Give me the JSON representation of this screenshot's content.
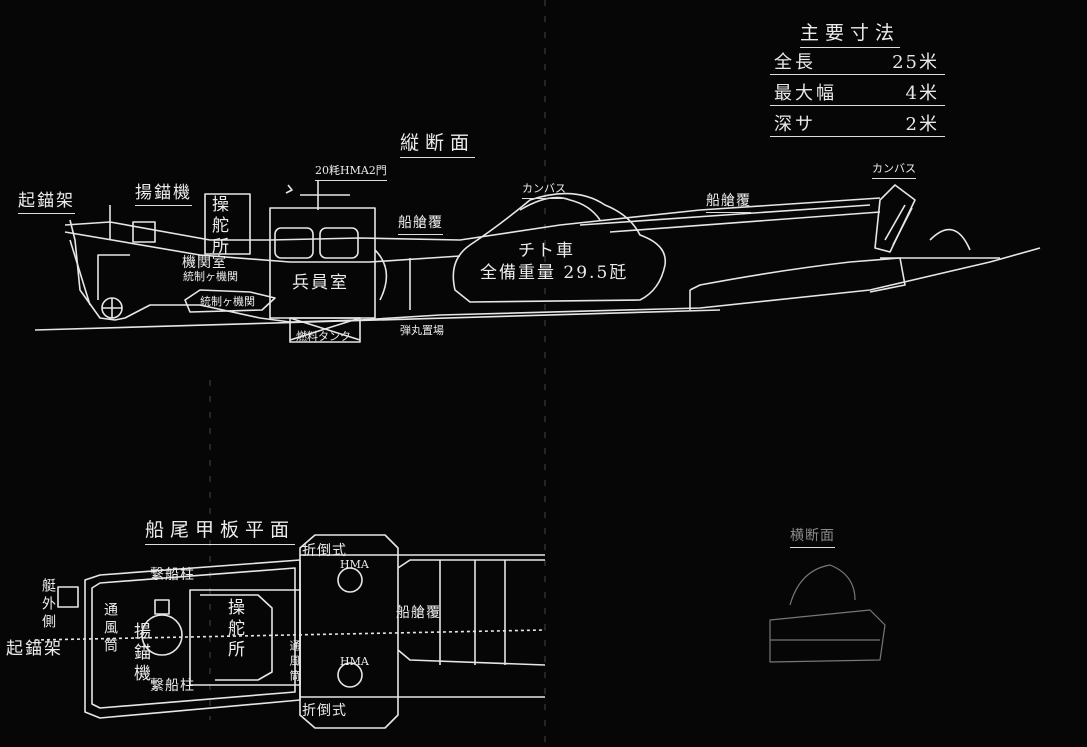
{
  "spec_table": {
    "title": "主要寸法",
    "rows": [
      {
        "label": "全長",
        "value": "25米"
      },
      {
        "label": "最大幅",
        "value": "4米"
      },
      {
        "label": "深サ",
        "value": "2米"
      }
    ]
  },
  "profile": {
    "title": "縦断面",
    "labels": {
      "anchor_davit": "起錨架",
      "windlass": "揚錨機",
      "wheelhouse": "操舵所",
      "engine_room": "機関室",
      "engine_type": "統制ヶ機関",
      "engine_detail": "統制ヶ機関",
      "troop_room": "兵員室",
      "gun": "20粍HMA2門",
      "hold_cover_left": "船艙覆",
      "fuel_tank": "燃料タンク",
      "ammo": "弾丸置場",
      "canvas_tank": "カンバス",
      "tank_name": "チト車",
      "tank_weight": "全備重量 29.5瓩",
      "hold_cover": "船艙覆",
      "canvas_ramp": "カンバス"
    }
  },
  "stern_plan": {
    "title": "船尾甲板平面",
    "labels": {
      "folding_top": "折倒式",
      "folding_bottom": "折倒式",
      "bollard_top": "繋船柱",
      "bollard_bottom": "繋船柱",
      "outboard": "艇外側",
      "anchor_davit": "起錨架",
      "vent": "通風筒",
      "windlass": "揚錨機",
      "wheelhouse": "操舵所",
      "vent2": "通風筒",
      "gun_top": "HMA",
      "gun_bottom": "HMA",
      "hold": "船艙覆"
    }
  },
  "cross_section": {
    "title": "横断面"
  }
}
